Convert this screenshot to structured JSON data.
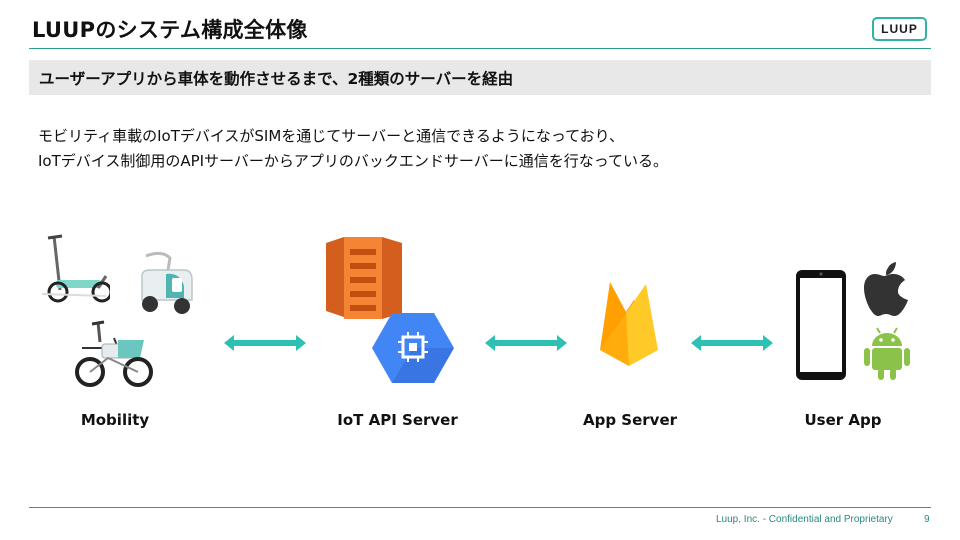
{
  "header": {
    "title": "LUUPのシステム構成全体像",
    "logo_text": "LUUP"
  },
  "subtitle": "ユーザーアプリから車体を動作させるまで、2種類のサーバーを経由",
  "description": {
    "line1": "モビリティ車載のIoTデバイスがSIMを通じてサーバーと通信できるようになっており、",
    "line2": "IoTデバイス制御用のAPIサーバーからアプリのバックエンドサーバーに通信を行なっている。"
  },
  "diagram": {
    "nodes": [
      {
        "label": "Mobility",
        "icons": [
          "kick-scooter-icon",
          "seated-scooter-icon",
          "electric-bicycle-icon"
        ]
      },
      {
        "label": "IoT API Server",
        "icons": [
          "aws-ec2-icon",
          "gcp-compute-engine-icon"
        ]
      },
      {
        "label": "App Server",
        "icons": [
          "firebase-icon"
        ]
      },
      {
        "label": "User App",
        "icons": [
          "smartphone-icon",
          "apple-icon",
          "android-icon"
        ]
      }
    ],
    "connector_color": "#2fc0b4"
  },
  "footer": {
    "text": "Luup, Inc. - Confidential and Proprietary",
    "page": "9"
  },
  "colors": {
    "accent": "#2a9d8f",
    "logo_border": "#2fb3a6",
    "subtitle_bg": "#e8e8e8"
  }
}
